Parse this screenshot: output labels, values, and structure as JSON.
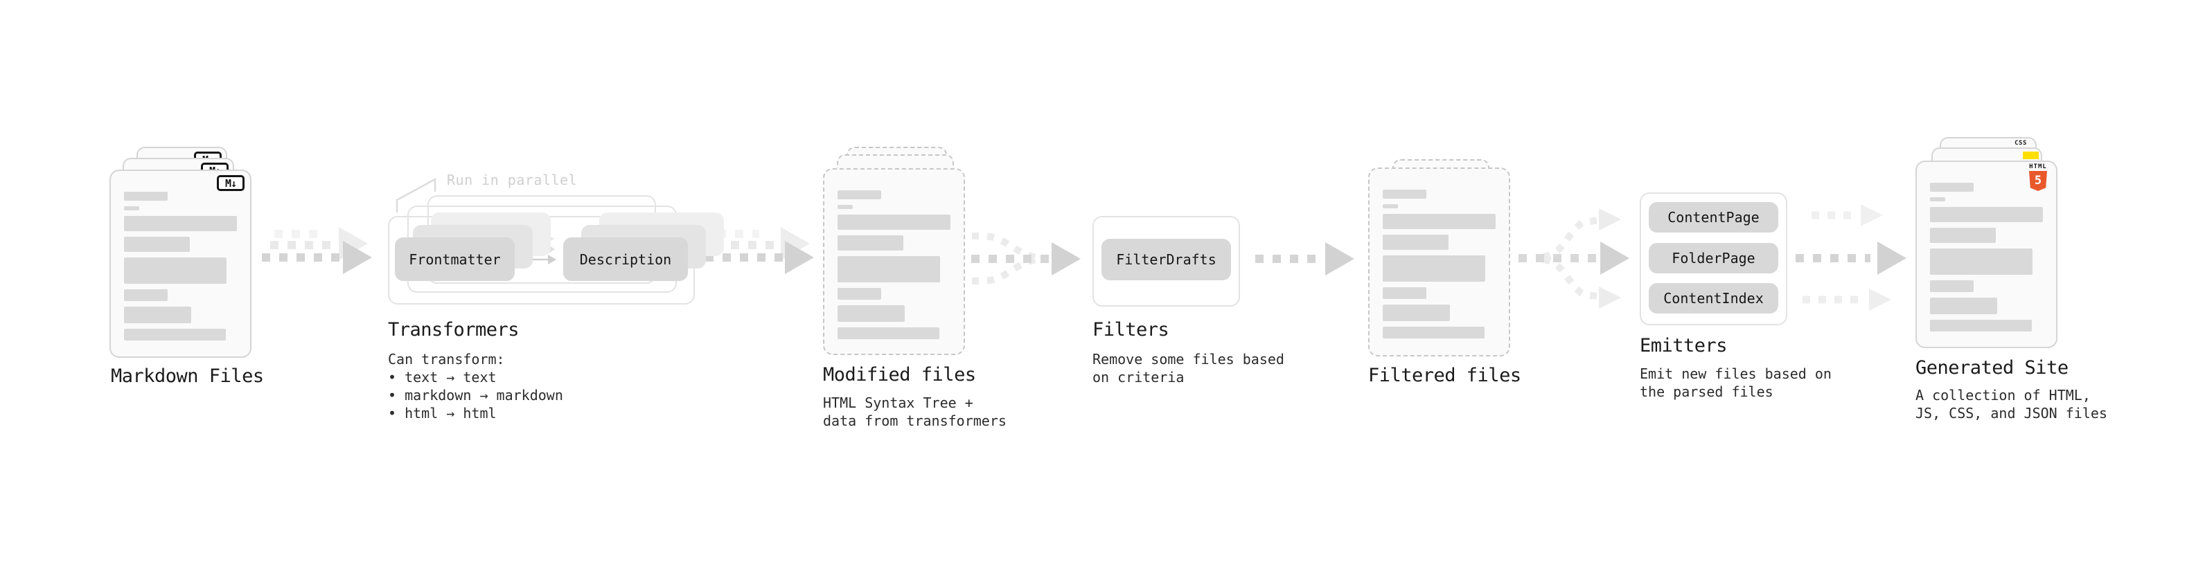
{
  "stages": {
    "markdown": {
      "title": "Markdown Files"
    },
    "transformers": {
      "title": "Transformers",
      "annotation": "Run in parallel",
      "node_frontmatter": "Frontmatter",
      "node_description": "Description",
      "desc": "Can transform:\n • text → text\n • markdown → markdown\n • html → html"
    },
    "modified": {
      "title": "Modified files",
      "desc": "HTML Syntax Tree +\ndata from transformers"
    },
    "filters": {
      "title": "Filters",
      "node_filterdrafts": "FilterDrafts",
      "desc": "Remove some files based\non criteria"
    },
    "filtered": {
      "title": "Filtered files"
    },
    "emitters": {
      "title": "Emitters",
      "node_contentpage": "ContentPage",
      "node_folderpage": "FolderPage",
      "node_contentindex": "ContentIndex",
      "desc": "Emit new files based on\nthe parsed files"
    },
    "generated": {
      "title": "Generated Site",
      "desc": "A collection of HTML,\nJS, CSS, and JSON files"
    }
  },
  "icons": {
    "markdown_badge": "M↓",
    "css_label": "CSS",
    "html5_word": "HTML",
    "html5_number": "5"
  },
  "colors": {
    "card_fill": "#fafafa",
    "node_fill": "#d8d8d8",
    "bar_gray": "#d9d9d9",
    "arrow_gray": "#d4d4d4",
    "arrow_light": "#ececec",
    "annotation_gray": "#cfcfcf",
    "css_blue": "#2f6bff",
    "js_yellow": "#ffdf00",
    "html5_orange": "#e8582b"
  }
}
